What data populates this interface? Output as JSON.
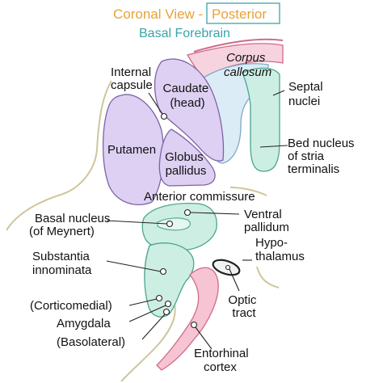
{
  "header": {
    "view_text": "Coronal View - ",
    "view_box_text": "Posterior",
    "subtitle": "Basal Forebrain"
  },
  "colors": {
    "accent_orange": "#e8a13a",
    "accent_teal": "#3aa3a8",
    "purple_fill": "#ddd0f2",
    "purple_stroke": "#7d63a8",
    "teal_fill": "#cdeee3",
    "teal_stroke": "#4aa590",
    "blue_fill": "#dcecf6",
    "pink_fill": "#f6c4d2",
    "pink_stroke": "#cf6a8c",
    "outline_tan": "#cfc69c"
  },
  "labels": {
    "corpus_callosum": [
      "Corpus",
      "callosum"
    ],
    "internal_capsule": [
      "Internal",
      "capsule"
    ],
    "caudate": [
      "Caudate",
      "(head)"
    ],
    "septal_nuclei": [
      "Septal",
      "nuclei"
    ],
    "putamen": "Putamen",
    "globus_pallidus": [
      "Globus",
      "pallidus"
    ],
    "bed_nucleus": [
      "Bed nucleus",
      "of stria",
      "terminalis"
    ],
    "anterior_commissure": "Anterior commissure",
    "basal_nucleus": [
      "Basal nucleus",
      "(of Meynert)"
    ],
    "ventral_pallidum": [
      "Ventral",
      "pallidum"
    ],
    "substantia_innominata": [
      "Substantia",
      "innominata"
    ],
    "hypothalamus": [
      "Hypo-",
      "thalamus"
    ],
    "corticomedial": "(Corticomedial)",
    "optic_tract": [
      "Optic",
      "tract"
    ],
    "amygdala": "Amygdala",
    "basolateral": "(Basolateral)",
    "entorhinal_cortex": [
      "Entorhinal",
      "cortex"
    ]
  }
}
